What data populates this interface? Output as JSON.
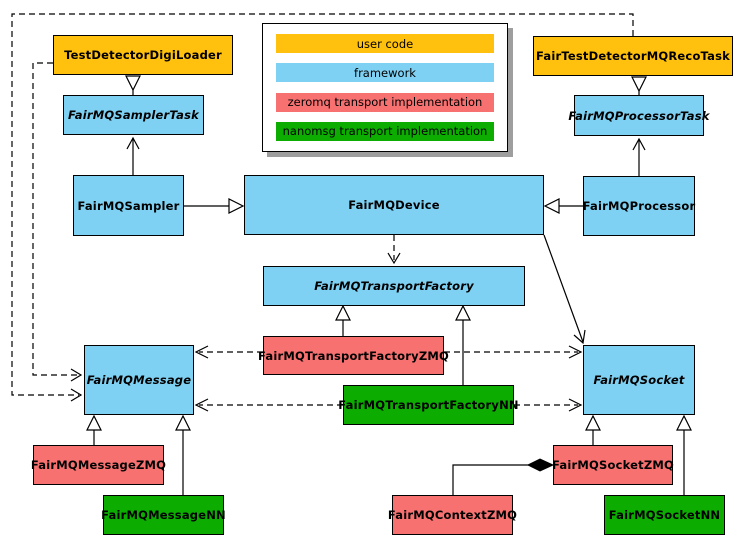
{
  "colors": {
    "user_code": "#FFC10D",
    "framework": "#7FD1F3",
    "zeromq": "#F87171",
    "nanomsg": "#0CAD00",
    "line": "#000000",
    "background": "#FFFFFF",
    "legend_shadow": "#9E9E9E"
  },
  "legend": {
    "items": [
      {
        "label": "user code",
        "kind": "user_code"
      },
      {
        "label": "framework",
        "kind": "framework"
      },
      {
        "label": "zeromq transport implementation",
        "kind": "zeromq"
      },
      {
        "label": "nanomsg transport implementation",
        "kind": "nanomsg"
      }
    ]
  },
  "nodes": [
    {
      "label": "TestDetectorDigiLoader",
      "kind": "user_code",
      "abstract": false
    },
    {
      "label": "FairMQSamplerTask",
      "kind": "framework",
      "abstract": true
    },
    {
      "label": "FairMQSampler",
      "kind": "framework",
      "abstract": false
    },
    {
      "label": "FairMQDevice",
      "kind": "framework",
      "abstract": false
    },
    {
      "label": "FairTestDetectorMQRecoTask",
      "kind": "user_code",
      "abstract": false
    },
    {
      "label": "FairMQProcessorTask",
      "kind": "framework",
      "abstract": true
    },
    {
      "label": "FairMQProcessor",
      "kind": "framework",
      "abstract": false
    },
    {
      "label": "FairMQTransportFactory",
      "kind": "framework",
      "abstract": true
    },
    {
      "label": "FairMQTransportFactoryZMQ",
      "kind": "zeromq",
      "abstract": false
    },
    {
      "label": "FairMQTransportFactoryNN",
      "kind": "nanomsg",
      "abstract": false
    },
    {
      "label": "FairMQMessage",
      "kind": "framework",
      "abstract": true
    },
    {
      "label": "FairMQMessageZMQ",
      "kind": "zeromq",
      "abstract": false
    },
    {
      "label": "FairMQMessageNN",
      "kind": "nanomsg",
      "abstract": false
    },
    {
      "label": "FairMQSocket",
      "kind": "framework",
      "abstract": true
    },
    {
      "label": "FairMQSocketZMQ",
      "kind": "zeromq",
      "abstract": false
    },
    {
      "label": "FairMQSocketNN",
      "kind": "nanomsg",
      "abstract": false
    },
    {
      "label": "FairMQContextZMQ",
      "kind": "zeromq",
      "abstract": false
    }
  ],
  "edges": [
    {
      "from": "TestDetectorDigiLoader",
      "to": "FairMQSamplerTask",
      "style": "solid-hollow-triangle"
    },
    {
      "from": "FairTestDetectorMQRecoTask",
      "to": "FairMQProcessorTask",
      "style": "solid-hollow-triangle"
    },
    {
      "from": "FairMQSampler",
      "to": "FairMQSamplerTask",
      "style": "solid-open-arrow"
    },
    {
      "from": "FairMQProcessor",
      "to": "FairMQProcessorTask",
      "style": "solid-open-arrow"
    },
    {
      "from": "FairMQSampler",
      "to": "FairMQDevice",
      "style": "solid-hollow-triangle"
    },
    {
      "from": "FairMQProcessor",
      "to": "FairMQDevice",
      "style": "solid-hollow-triangle"
    },
    {
      "from": "FairMQDevice",
      "to": "FairMQTransportFactory",
      "style": "dashed-open-arrow"
    },
    {
      "from": "FairMQDevice",
      "to": "FairMQSocket",
      "style": "solid-open-arrow"
    },
    {
      "from": "FairMQTransportFactoryZMQ",
      "to": "FairMQTransportFactory",
      "style": "solid-hollow-triangle"
    },
    {
      "from": "FairMQTransportFactoryNN",
      "to": "FairMQTransportFactory",
      "style": "solid-hollow-triangle"
    },
    {
      "from": "FairMQTransportFactoryZMQ",
      "to": "FairMQMessage",
      "style": "dashed-open-arrow"
    },
    {
      "from": "FairMQTransportFactoryZMQ",
      "to": "FairMQSocket",
      "style": "dashed-open-arrow"
    },
    {
      "from": "FairMQTransportFactoryNN",
      "to": "FairMQMessage",
      "style": "dashed-open-arrow"
    },
    {
      "from": "FairMQTransportFactoryNN",
      "to": "FairMQSocket",
      "style": "dashed-open-arrow"
    },
    {
      "from": "TestDetectorDigiLoader",
      "to": "FairMQMessage",
      "style": "dashed-open-arrow"
    },
    {
      "from": "FairTestDetectorMQRecoTask",
      "to": "FairMQMessage",
      "style": "dashed-open-arrow"
    },
    {
      "from": "FairMQMessageZMQ",
      "to": "FairMQMessage",
      "style": "solid-hollow-triangle"
    },
    {
      "from": "FairMQMessageNN",
      "to": "FairMQMessage",
      "style": "solid-hollow-triangle"
    },
    {
      "from": "FairMQSocketZMQ",
      "to": "FairMQSocket",
      "style": "solid-hollow-triangle"
    },
    {
      "from": "FairMQSocketNN",
      "to": "FairMQSocket",
      "style": "solid-hollow-triangle"
    },
    {
      "from": "FairMQContextZMQ",
      "to": "FairMQSocketZMQ",
      "style": "solid-filled-diamond"
    }
  ]
}
